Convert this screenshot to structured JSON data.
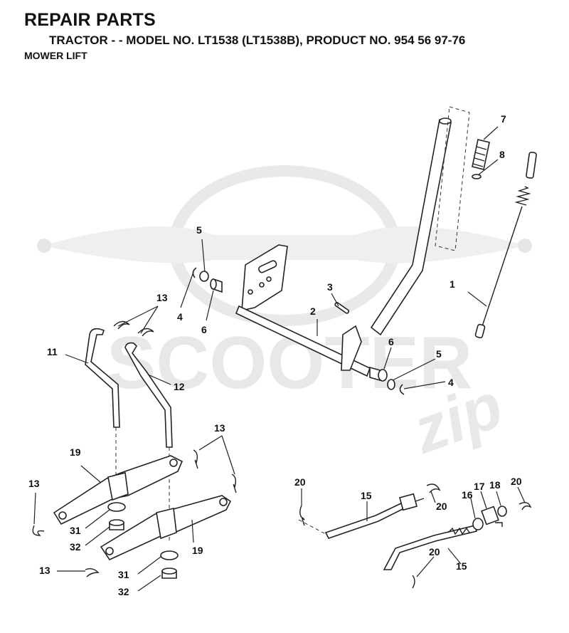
{
  "header": {
    "title": "REPAIR PARTS",
    "subtitle": "TRACTOR - - MODEL NO. LT1538 (LT1538B), PRODUCT NO. 954 56 97-76",
    "section": "MOWER LIFT"
  },
  "watermark": {
    "brand": "SCOOTER",
    "suffix": "zip"
  },
  "callouts": {
    "c1": "1",
    "c2": "2",
    "c3": "3",
    "c4a": "4",
    "c4b": "4",
    "c5a": "5",
    "c5b": "5",
    "c6a": "6",
    "c6b": "6",
    "c7": "7",
    "c8": "8",
    "c11": "11",
    "c12": "12",
    "c13a": "13",
    "c13b": "13",
    "c13c": "13",
    "c13d": "13",
    "c15a": "15",
    "c15b": "15",
    "c16": "16",
    "c17": "17",
    "c18": "18",
    "c19a": "19",
    "c19b": "19",
    "c20a": "20",
    "c20b": "20",
    "c20c": "20",
    "c20d": "20",
    "c31a": "31",
    "c31b": "31",
    "c32a": "32",
    "c32b": "32"
  }
}
